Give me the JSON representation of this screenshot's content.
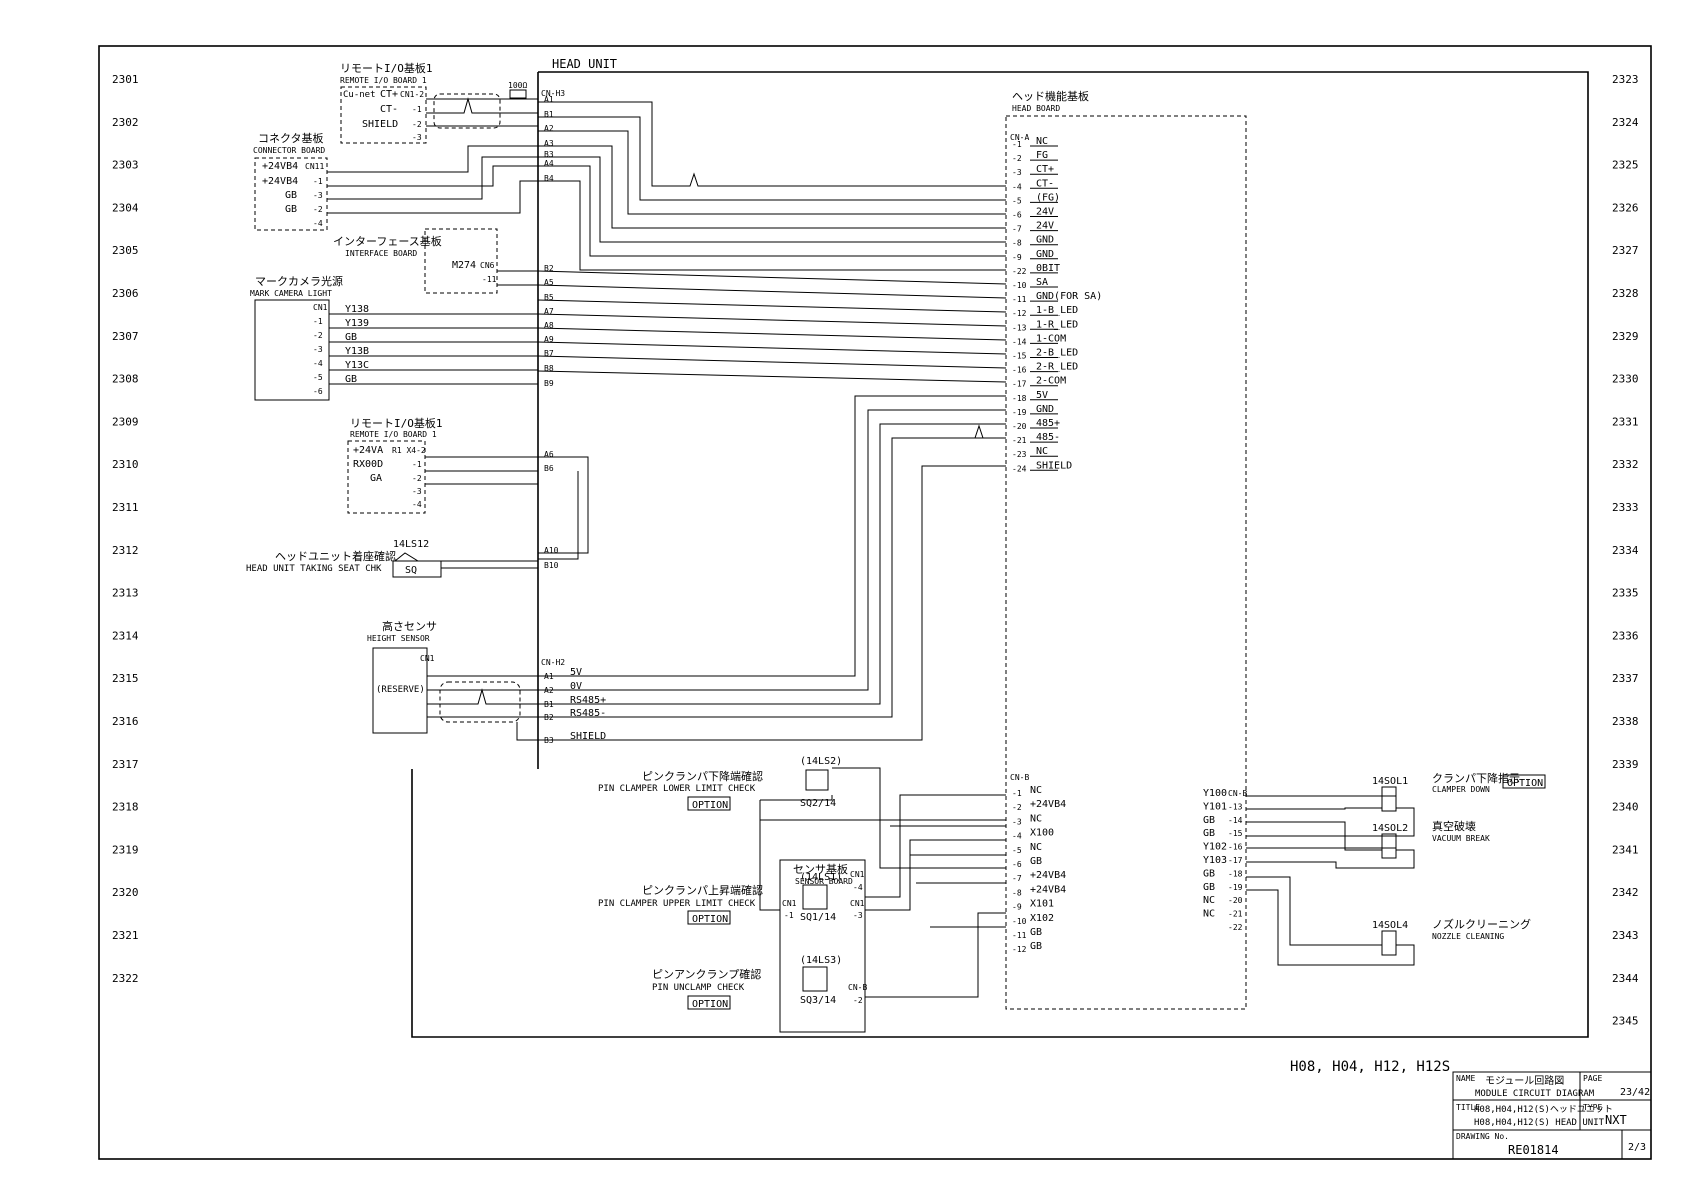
{
  "drawing": {
    "head_unit_label": "HEAD UNIT",
    "row_numbers_left": [
      "2301",
      "2302",
      "2303",
      "2304",
      "2305",
      "2306",
      "2307",
      "2308",
      "2309",
      "2310",
      "2311",
      "2312",
      "2313",
      "2314",
      "2315",
      "2316",
      "2317",
      "2318",
      "2319",
      "2320",
      "2321",
      "2322"
    ],
    "row_numbers_right": [
      "2323",
      "2324",
      "2325",
      "2326",
      "2327",
      "2328",
      "2329",
      "2330",
      "2331",
      "2332",
      "2333",
      "2334",
      "2335",
      "2336",
      "2337",
      "2338",
      "2339",
      "2340",
      "2341",
      "2342",
      "2343",
      "2344",
      "2345"
    ],
    "models": "H08, H04, H12, H12S"
  },
  "remote_io_1": {
    "title_jp": "リモートI/O基板1",
    "title_en": "REMOTE I/O BOARD 1",
    "cunet": "Cu-net",
    "resistor": "100Ω",
    "pins": [
      {
        "sig": "CT+",
        "pin": "CN1-2"
      },
      {
        "sig": "CT-",
        "pin": "-1"
      },
      {
        "sig": "SHIELD",
        "pin": "-2"
      },
      {
        "sig": "",
        "pin": "-3"
      }
    ]
  },
  "cn_h3": {
    "header": "CN-H3",
    "pins": [
      "A1",
      "B1",
      "A2",
      "A3",
      "B3",
      "A4",
      "B4",
      "B2",
      "A5",
      "B5",
      "A7",
      "A8",
      "A9",
      "B7",
      "B8",
      "B9",
      "A6",
      "B6",
      "A10",
      "B10"
    ]
  },
  "connector_board": {
    "title_jp": "コネクタ基板",
    "title_en": "CONNECTOR BOARD",
    "pins": [
      {
        "sig": "+24VB4",
        "pin": "CN11"
      },
      {
        "sig": "+24VB4",
        "pin": "-1"
      },
      {
        "sig": "GB",
        "pin": "-3"
      },
      {
        "sig": "GB",
        "pin": "-2"
      },
      {
        "sig": "",
        "pin": "-4"
      }
    ]
  },
  "interface_board": {
    "title_jp": "インターフェース基板",
    "title_en": "INTERFACE BOARD",
    "sig": "M274",
    "pins": [
      "CN6",
      "-11"
    ]
  },
  "mark_camera": {
    "title_jp": "マークカメラ光源",
    "title_en": "MARK CAMERA LIGHT",
    "pins": [
      "CN1",
      "-1",
      "-2",
      "-3",
      "-4",
      "-5",
      "-6"
    ],
    "signals": [
      "Y138",
      "Y139",
      "GB",
      "Y13B",
      "Y13C",
      "GB"
    ]
  },
  "remote_io_2": {
    "title_jp": "リモートI/O基板1",
    "title_en": "REMOTE I/O BOARD 1",
    "pins": [
      {
        "sig": "+24VA",
        "pin": "R1 X4-2"
      },
      {
        "sig": "RX00D",
        "pin": "-1"
      },
      {
        "sig": "GA",
        "pin": "-2"
      },
      {
        "sig": "",
        "pin": "-3"
      },
      {
        "sig": "",
        "pin": "-4"
      }
    ]
  },
  "seat_check": {
    "title_jp": "ヘッドユニット着座確認",
    "title_en": "HEAD UNIT TAKING SEAT CHK",
    "switch": "14LS12",
    "type": "SQ"
  },
  "height_sensor": {
    "title_jp": "高さセンサ",
    "title_en": "HEIGHT SENSOR",
    "cn": "CN1",
    "reserve": "(RESERVE)",
    "cn_h2": "CN-H2",
    "pins": [
      {
        "pin": "A1",
        "sig": "5V"
      },
      {
        "pin": "A2",
        "sig": "0V"
      },
      {
        "pin": "B1",
        "sig": "RS485+"
      },
      {
        "pin": "B2",
        "sig": "RS485-"
      },
      {
        "pin": "B3",
        "sig": "SHIELD"
      }
    ]
  },
  "head_board": {
    "title_jp": "ヘッド機能基板",
    "title_en": "HEAD BOARD",
    "cn_a": "CN-A",
    "cn_a_pins": [
      {
        "pin": "-1",
        "sig": "NC"
      },
      {
        "pin": "-2",
        "sig": "FG"
      },
      {
        "pin": "-3",
        "sig": "CT+"
      },
      {
        "pin": "-4",
        "sig": "CT-"
      },
      {
        "pin": "-5",
        "sig": "(FG)"
      },
      {
        "pin": "-6",
        "sig": "24V"
      },
      {
        "pin": "-7",
        "sig": "24V"
      },
      {
        "pin": "-8",
        "sig": "GND"
      },
      {
        "pin": "-9",
        "sig": "GND"
      },
      {
        "pin": "-22",
        "sig": "0BIT"
      },
      {
        "pin": "-10",
        "sig": "SA"
      },
      {
        "pin": "-11",
        "sig": "GND(FOR SA)"
      },
      {
        "pin": "-12",
        "sig": "1-B_LED"
      },
      {
        "pin": "-13",
        "sig": "1-R_LED"
      },
      {
        "pin": "-14",
        "sig": "1-COM"
      },
      {
        "pin": "-15",
        "sig": "2-B_LED"
      },
      {
        "pin": "-16",
        "sig": "2-R_LED"
      },
      {
        "pin": "-17",
        "sig": "2-COM"
      },
      {
        "pin": "-18",
        "sig": "5V"
      },
      {
        "pin": "-19",
        "sig": "GND"
      },
      {
        "pin": "-20",
        "sig": "485+"
      },
      {
        "pin": "-21",
        "sig": "485-"
      },
      {
        "pin": "-23",
        "sig": "NC"
      },
      {
        "pin": "-24",
        "sig": "SHIELD"
      }
    ],
    "cn_b": "CN-B",
    "cn_b_pins": [
      {
        "pin": "-1",
        "sig": "NC"
      },
      {
        "pin": "-2",
        "sig": "+24VB4"
      },
      {
        "pin": "-3",
        "sig": "NC"
      },
      {
        "pin": "-4",
        "sig": "X100"
      },
      {
        "pin": "-5",
        "sig": "NC"
      },
      {
        "pin": "-6",
        "sig": "GB"
      },
      {
        "pin": "-7",
        "sig": "+24VB4"
      },
      {
        "pin": "-8",
        "sig": "+24VB4"
      },
      {
        "pin": "-9",
        "sig": "X101"
      },
      {
        "pin": "-10",
        "sig": "X102"
      },
      {
        "pin": "-11",
        "sig": "GB"
      },
      {
        "pin": "-12",
        "sig": "GB"
      }
    ],
    "cn_b_right": [
      {
        "sig": "Y100",
        "pin": "CN-B"
      },
      {
        "sig": "Y101",
        "pin": "-13"
      },
      {
        "sig": "GB",
        "pin": "-14"
      },
      {
        "sig": "GB",
        "pin": "-15"
      },
      {
        "sig": "Y102",
        "pin": "-16"
      },
      {
        "sig": "Y103",
        "pin": "-17"
      },
      {
        "sig": "GB",
        "pin": "-18"
      },
      {
        "sig": "GB",
        "pin": "-19"
      },
      {
        "sig": "NC",
        "pin": "-20"
      },
      {
        "sig": "NC",
        "pin": "-21"
      },
      {
        "sig": "",
        "pin": "-22"
      }
    ]
  },
  "solenoids": [
    {
      "id": "14SOL1",
      "jp": "クランパ下降指示",
      "en": "CLAMPER DOWN",
      "option": "OPTION"
    },
    {
      "id": "14SOL2",
      "jp": "真空破壊",
      "en": "VACUUM BREAK",
      "option": ""
    },
    {
      "id": "14SOL4",
      "jp": "ノズルクリーニング",
      "en": "NOZZLE CLEANING",
      "option": ""
    }
  ],
  "pin_clamp": {
    "lower": {
      "jp": "ピンクランパ下降端確認",
      "en": "PIN CLAMPER LOWER LIMIT CHECK",
      "option": "OPTION",
      "sw": "(14LS2)",
      "sq": "SQ2/14"
    },
    "upper": {
      "jp": "ピンクランパ上昇端確認",
      "en": "PIN CLAMPER UPPER LIMIT CHECK",
      "option": "OPTION",
      "sw": "(14LS1)",
      "sq": "SQ1/14"
    },
    "unclamp": {
      "jp": "ピンアンクランプ確認",
      "en": "PIN UNCLAMP CHECK",
      "option": "OPTION",
      "sw": "(14LS3)",
      "sq": "SQ3/14"
    },
    "sensor_board_jp": "センサ基板",
    "sensor_board_en": "SENSOR BOARD",
    "cn_labels": [
      "CN1",
      "-4",
      "CN1",
      "-3",
      "CN1",
      "-1",
      "CN-B",
      "-2"
    ]
  },
  "title_block": {
    "name_label": "NAME",
    "name_jp": "モジュール回路図",
    "name_en": "MODULE CIRCUIT DIAGRAM",
    "page_label": "PAGE",
    "page_value": "23/42",
    "title_label": "TITLE",
    "title_jp": "H08,H04,H12(S)ヘッドユニット",
    "title_en": "H08,H04,H12(S) HEAD UNIT",
    "type_label": "TYPE",
    "type_value": "NXT",
    "drawing_label": "DRAWING No.",
    "drawing_value": "RE01814",
    "sheet_value": "2/3"
  }
}
